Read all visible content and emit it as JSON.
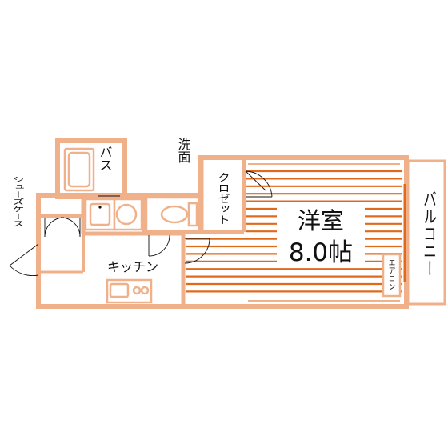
{
  "colors": {
    "wall": "#f0b08a",
    "floor_lines": "#e06a1c",
    "balcony_rail": "#e06a1c",
    "ink": "#111111",
    "background": "#ffffff"
  },
  "rooms": {
    "western_room": {
      "label": "洋室",
      "size": "8.0帖"
    },
    "kitchen": {
      "label": "キッチン"
    },
    "bath": {
      "label": "バス"
    },
    "washroom": {
      "label": "洗面"
    },
    "closet": {
      "label": "クロゼット"
    },
    "balcony": {
      "label": "バルコニー"
    },
    "shoe_case": {
      "label": "シューズケース"
    },
    "aircon": {
      "label": "エアコン"
    }
  }
}
